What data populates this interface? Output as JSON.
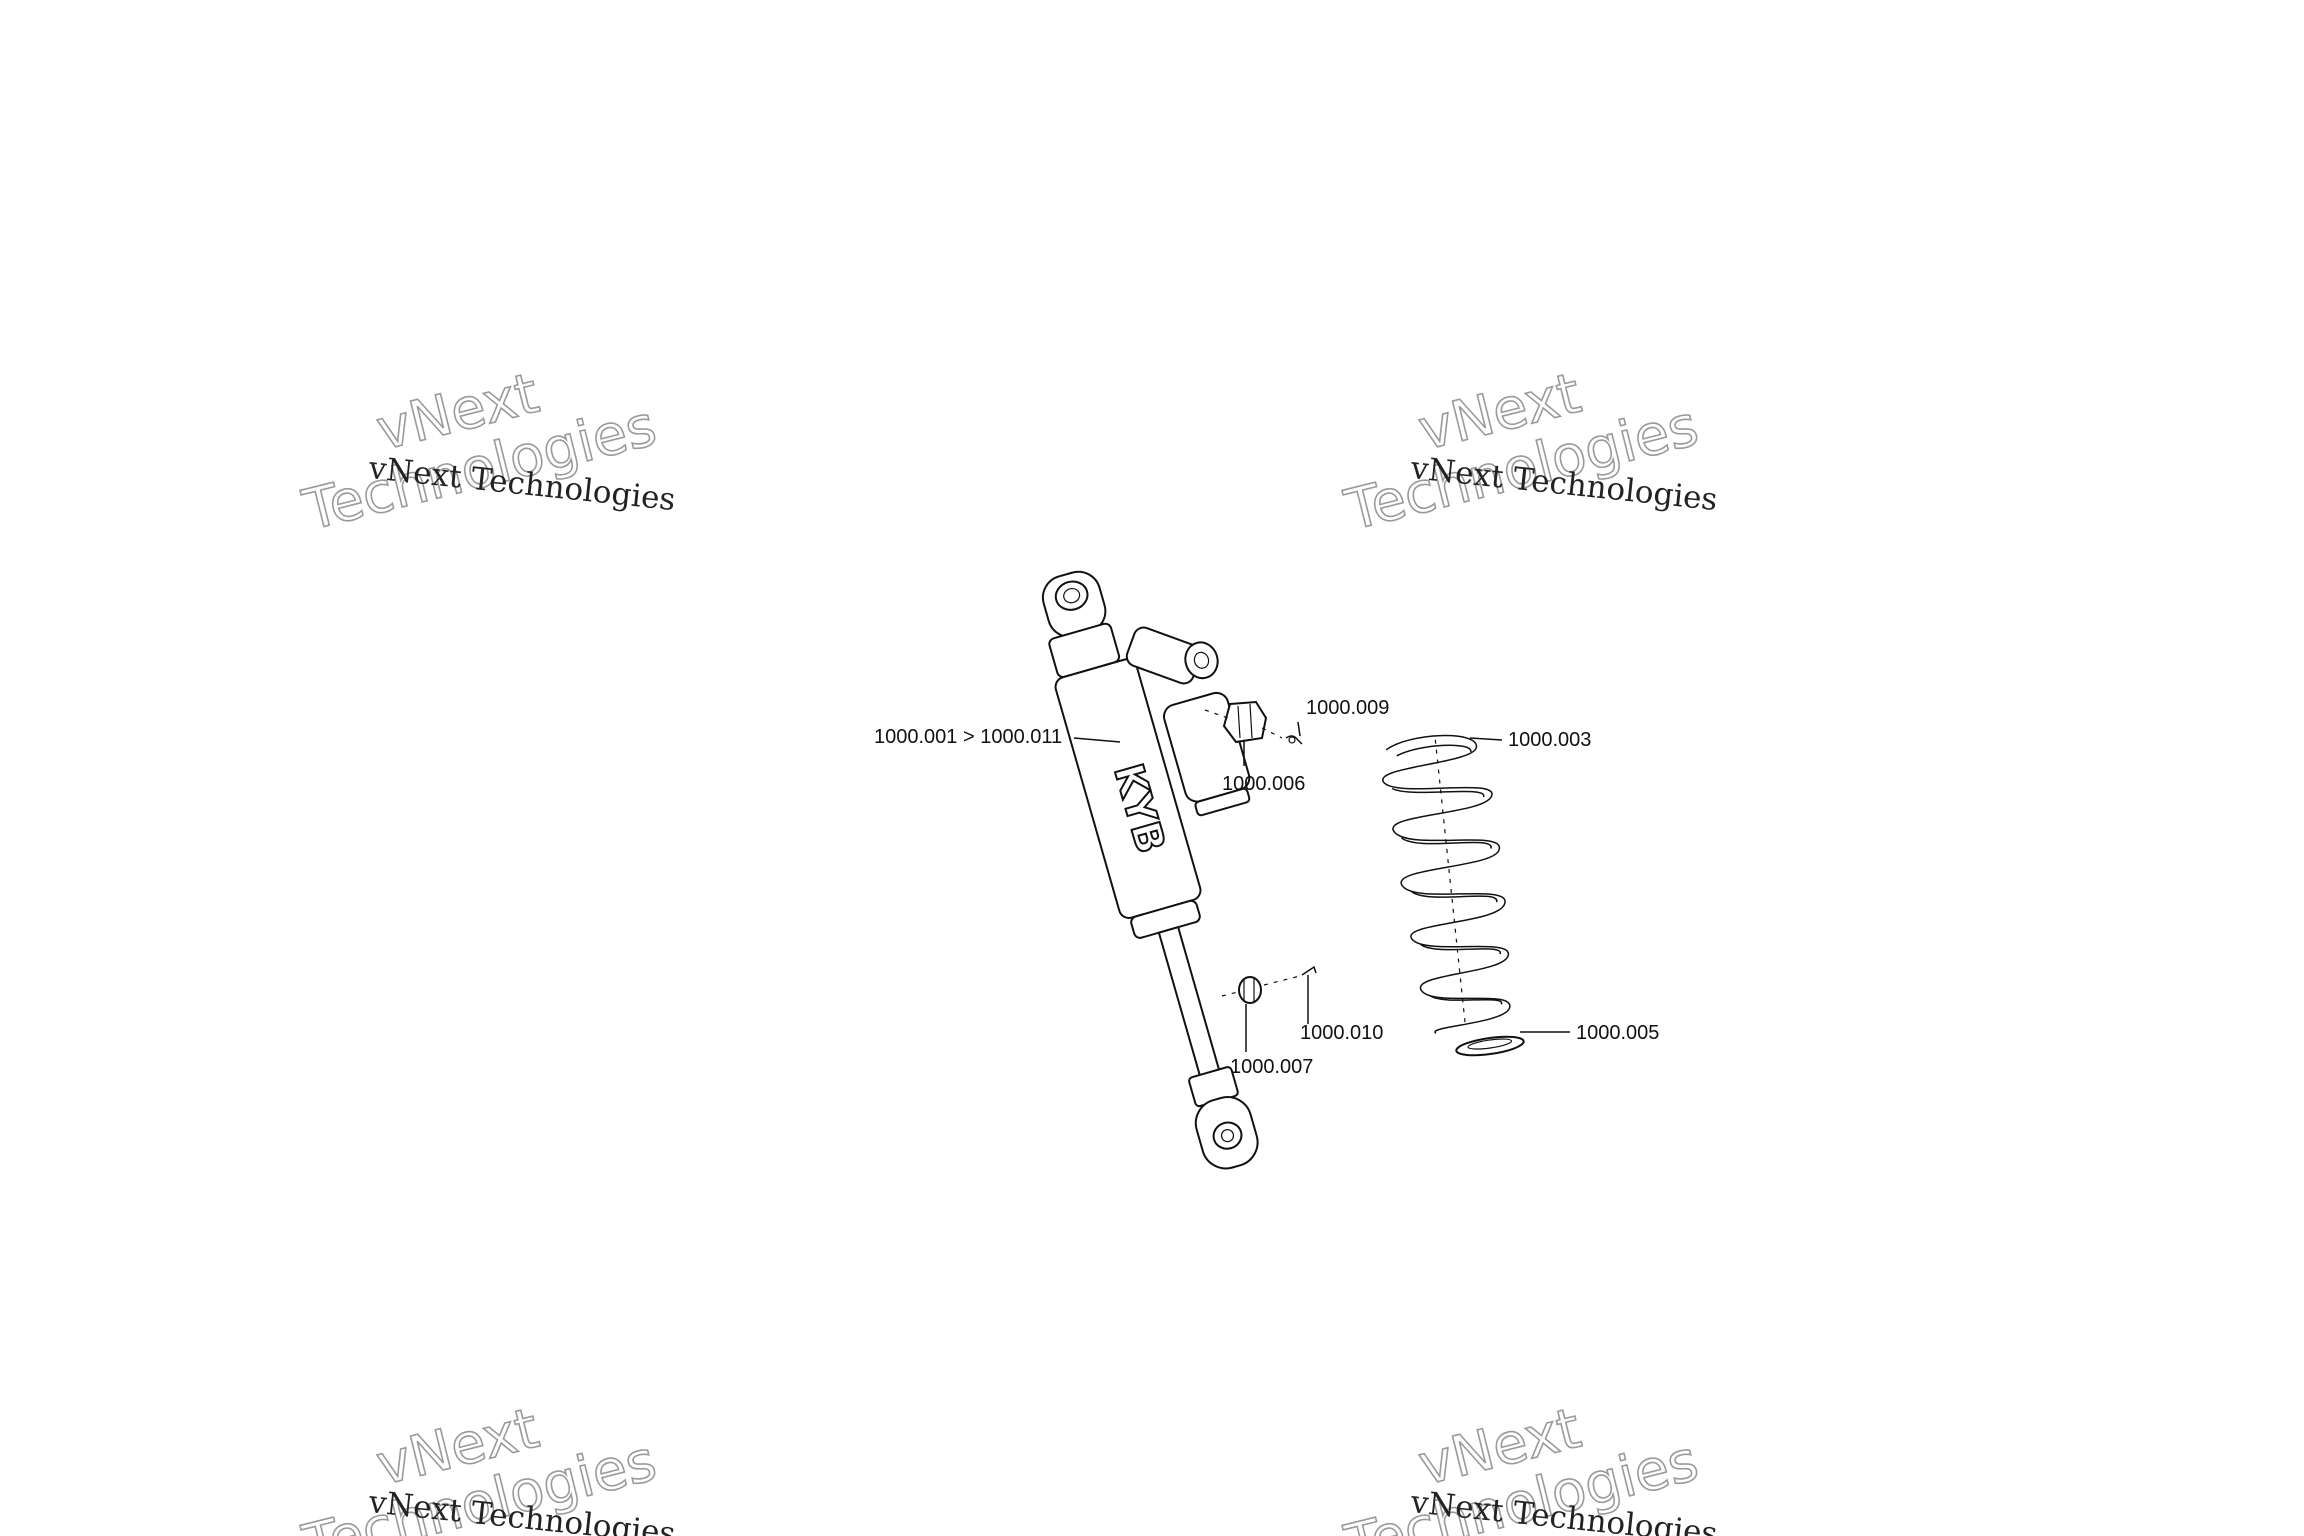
{
  "watermarks": [
    {
      "id": "wm-1",
      "line1": "vNext",
      "line2": "Technologies",
      "serif_text": "vNext Technologies"
    },
    {
      "id": "wm-2",
      "line1": "vNext",
      "line2": "Technologies",
      "serif_text": "vNext Technologies"
    },
    {
      "id": "wm-3",
      "line1": "vNext",
      "line2": "Technologies",
      "serif_text": "vNext Technologies"
    },
    {
      "id": "wm-4",
      "line1": "vNext",
      "line2": "Technologies",
      "serif_text": "vNext Technologies"
    }
  ],
  "shock_logo": "KYB",
  "callouts": {
    "assembly": "1000.001 > 1000.011",
    "spring": "1000.003",
    "spring_seat": "1000.005",
    "upper_nut": "1000.006",
    "lower_nut": "1000.007",
    "upper_pin": "1000.009",
    "lower_pin": "1000.010"
  }
}
